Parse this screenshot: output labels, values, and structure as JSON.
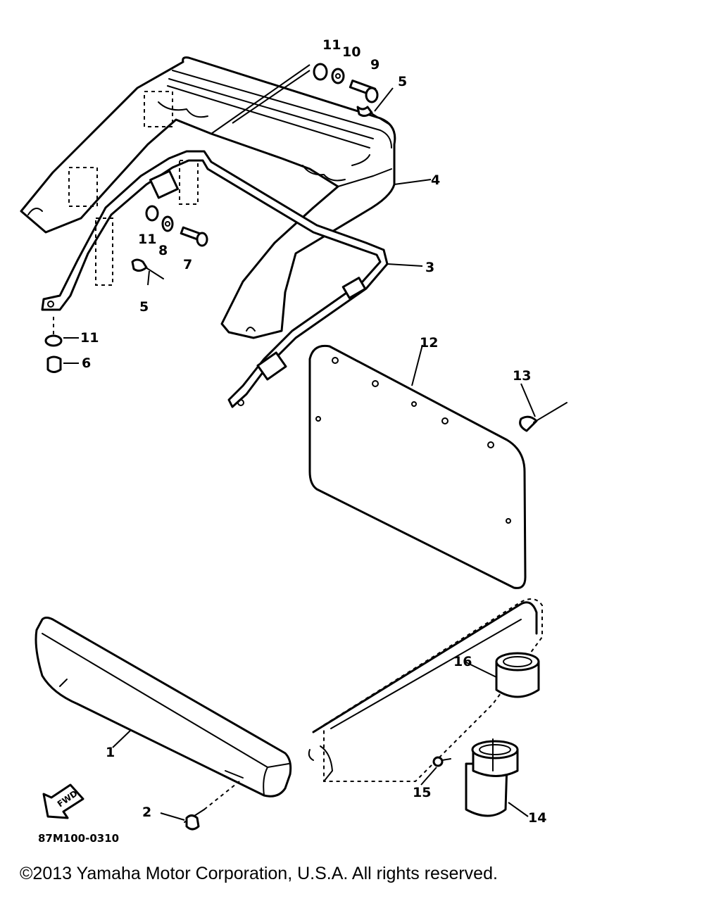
{
  "callouts": {
    "c1": "1",
    "c2": "2",
    "c3": "3",
    "c4": "4",
    "c5a": "5",
    "c5b": "5",
    "c6": "6",
    "c7": "7",
    "c8": "8",
    "c9": "9",
    "c10": "10",
    "c11a": "11",
    "c11b": "11",
    "c11c": "11",
    "c12": "12",
    "c13": "13",
    "c14": "14",
    "c15": "15",
    "c16": "16"
  },
  "drawing_code": "87M100-0310",
  "fwd_label": "FWD",
  "copyright": "©2013 Yamaha Motor Corporation, U.S.A. All rights reserved."
}
